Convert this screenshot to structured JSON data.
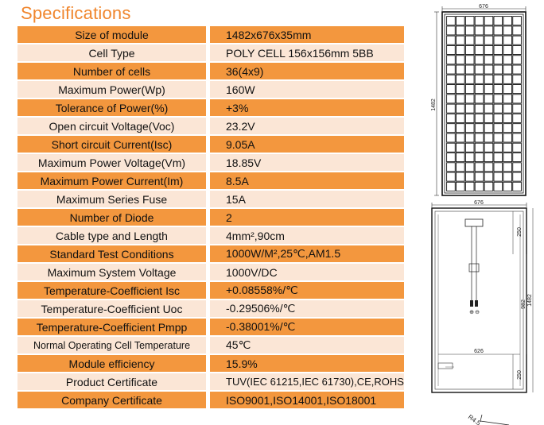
{
  "title": "Specifications",
  "specs": [
    {
      "label": "Size of module",
      "value": "1482x676x35mm"
    },
    {
      "label": "Cell Type",
      "value": "POLY CELL 156x156mm 5BB"
    },
    {
      "label": "Number of cells",
      "value": "36(4x9)"
    },
    {
      "label": "Maximum Power(Wp)",
      "value": "160W"
    },
    {
      "label": "Tolerance of Power(%)",
      "value": "+3%"
    },
    {
      "label": "Open circuit Voltage(Voc)",
      "value": "23.2V"
    },
    {
      "label": "Short circuit Current(Isc)",
      "value": "9.05A"
    },
    {
      "label": "Maximum Power Voltage(Vm)",
      "value": "18.85V"
    },
    {
      "label": "Maximum Power Current(Im)",
      "value": "8.5A"
    },
    {
      "label": "Maximum Series Fuse",
      "value": "15A"
    },
    {
      "label": "Number of Diode",
      "value": "2"
    },
    {
      "label": "Cable type and Length",
      "value": "4mm²,90cm"
    },
    {
      "label": "Standard Test Conditions",
      "value": "1000W/M²,25℃,AM1.5"
    },
    {
      "label": "Maximum System Voltage",
      "value": "1000V/DC"
    },
    {
      "label": "Temperature-Coefficient Isc",
      "value": "+0.08558%/℃"
    },
    {
      "label": "Temperature-Coefficient Uoc",
      "value": "-0.29506%/℃"
    },
    {
      "label": "Temperature-Coefficient Pmpp",
      "value": "-0.38001%/℃"
    },
    {
      "label": "Normal Operating Cell Temperature",
      "value": "45℃"
    },
    {
      "label": "Module efficiency",
      "value": "15.9%"
    },
    {
      "label": "Product Certificate",
      "value": "TUV(IEC 61215,IEC 61730),CE,ROHS"
    },
    {
      "label": "Company Certificate",
      "value": "ISO9001,ISO14001,ISO18001"
    }
  ],
  "drawing_front": {
    "width_label": "676",
    "height_label": "1482"
  },
  "drawing_back": {
    "width_label": "676",
    "inner_width_label": "626",
    "top_offset_label": "250",
    "bottom_offset_label": "250",
    "inner_height_label": "982",
    "height_label": "1482",
    "plus_sign": "⊕",
    "minus_sign": "⊖"
  },
  "drawing_bottom_label": "R4.5"
}
